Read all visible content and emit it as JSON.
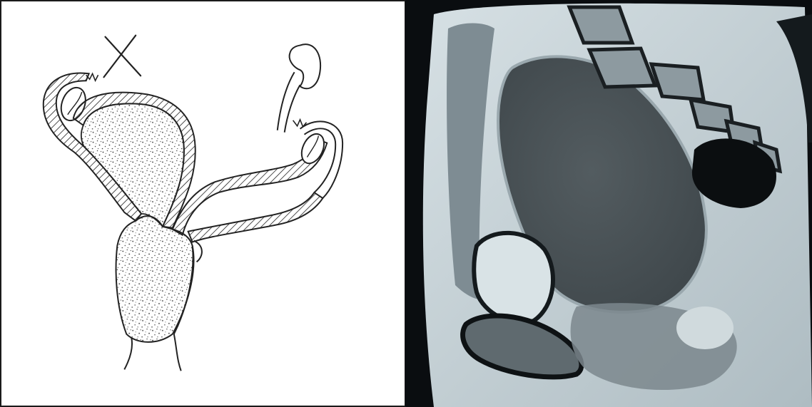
{
  "figure": {
    "panels": [
      {
        "id": "left",
        "kind": "line-drawing"
      },
      {
        "id": "right",
        "kind": "medical-scan"
      }
    ]
  },
  "colors": {
    "drawing_ink": "#222222",
    "drawing_background": "#ffffff",
    "scan_background": "#0a0d10",
    "scan_tissue_light": "#c9d4d8",
    "scan_mass_dark": "#4b5458"
  }
}
